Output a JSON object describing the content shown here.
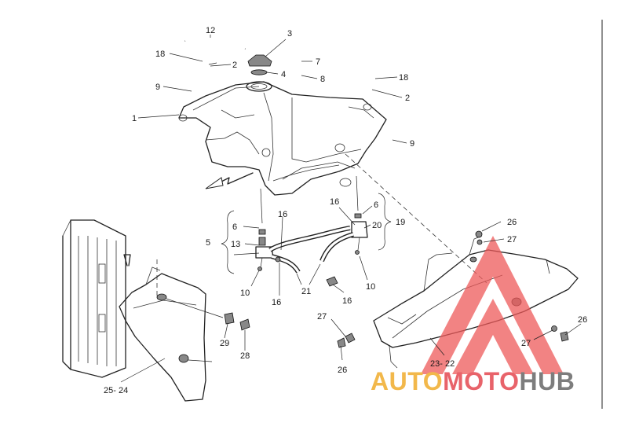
{
  "callouts": {
    "c1": "1",
    "c2a": "2",
    "c2b": "2",
    "c3": "3",
    "c4": "4",
    "c5": "5",
    "c6a": "6",
    "c6b": "6",
    "c7": "7",
    "c8": "8",
    "c9a": "9",
    "c9b": "9",
    "c10a": "10",
    "c10b": "10",
    "c12": "12",
    "c13": "13",
    "c16a": "16",
    "c16b": "16",
    "c16c": "16",
    "c16d": "16",
    "c18a": "18",
    "c18b": "18",
    "c19": "19",
    "c20": "20",
    "c21": "21",
    "c2322": "23- 22",
    "c2524": "25- 24",
    "c26a": "26",
    "c26b": "26",
    "c26c": "26",
    "c27a": "27",
    "c27b": "27",
    "c27c": "27",
    "c28": "28",
    "c29": "29"
  },
  "watermark": {
    "word1": "AUTO",
    "word2": "MOTO",
    "word3": "HUB",
    "color_auto": "#f2b84b",
    "color_moto": "#e8636a",
    "color_hub": "#7d7d7d",
    "logo_color": "#ee5a5a"
  }
}
